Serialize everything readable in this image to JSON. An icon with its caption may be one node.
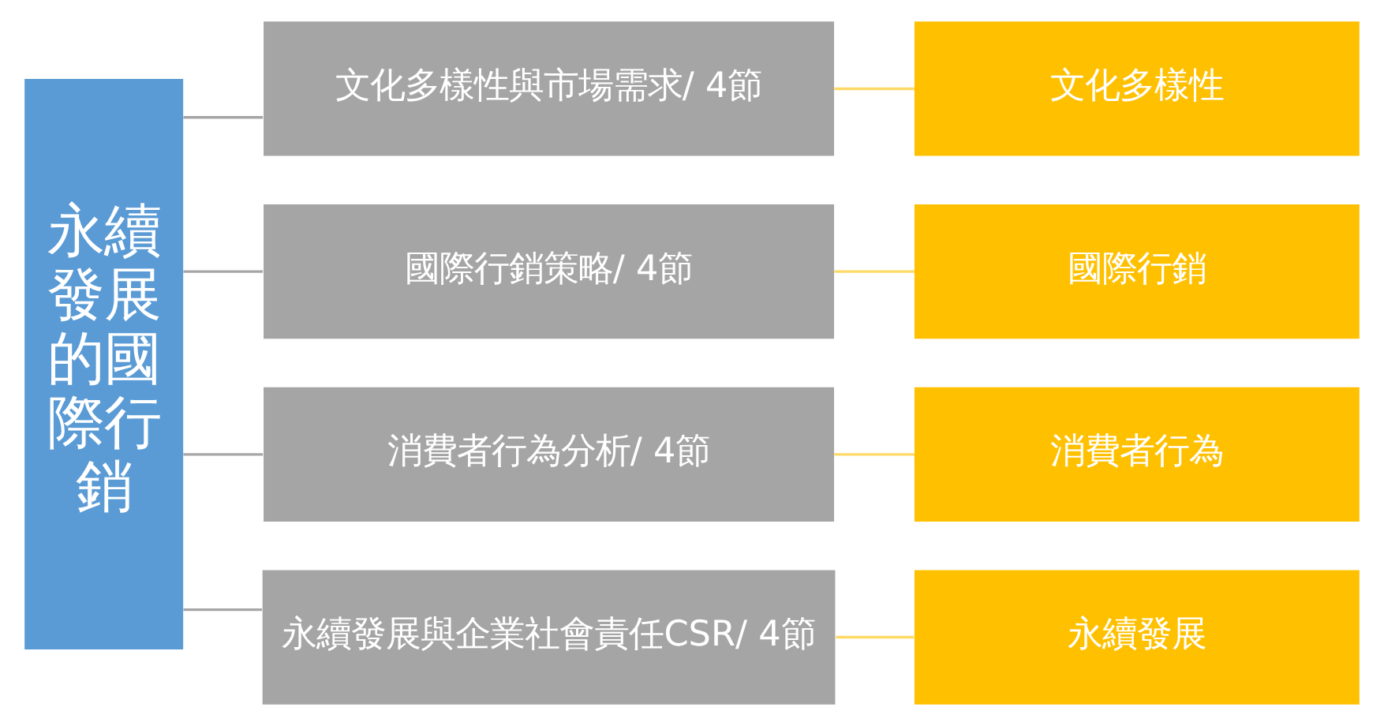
{
  "diagram": {
    "nodes": [
      {
        "text": [
          "永續發展的國際行銷"
        ]
      },
      {
        "text": [
          "文化多樣性與市場需求/ 4節"
        ]
      },
      {
        "text": [
          "國際行銷策略/ 4節"
        ]
      },
      {
        "text": [
          "消費者行為分析/ 4節"
        ]
      },
      {
        "text": [
          "永續發展與企業社會責任CSR/ 4節"
        ]
      },
      {
        "text": [
          "文化多樣性"
        ]
      },
      {
        "text": [
          "國際行銷"
        ]
      },
      {
        "text": [
          "消費者行為"
        ]
      },
      {
        "text": [
          "永續發展"
        ]
      }
    ],
    "edges": [
      {
        "from": 0,
        "to": 1,
        "arrow": "none",
        "color": "#a6a6a6"
      },
      {
        "from": 0,
        "to": 2,
        "arrow": "none",
        "color": "#a6a6a6"
      },
      {
        "from": 0,
        "to": 3,
        "arrow": "none",
        "color": "#a6a6a6"
      },
      {
        "from": 0,
        "to": 4,
        "arrow": "none",
        "color": "#a6a6a6"
      },
      {
        "from": 1,
        "to": 5,
        "arrow": "none",
        "color": "#ffd966"
      },
      {
        "from": 2,
        "to": 6,
        "arrow": "none",
        "color": "#ffd966"
      },
      {
        "from": 3,
        "to": 7,
        "arrow": "none",
        "color": "#ffd966"
      },
      {
        "from": 4,
        "to": 8,
        "arrow": "none",
        "color": "#ffd966"
      }
    ]
  }
}
